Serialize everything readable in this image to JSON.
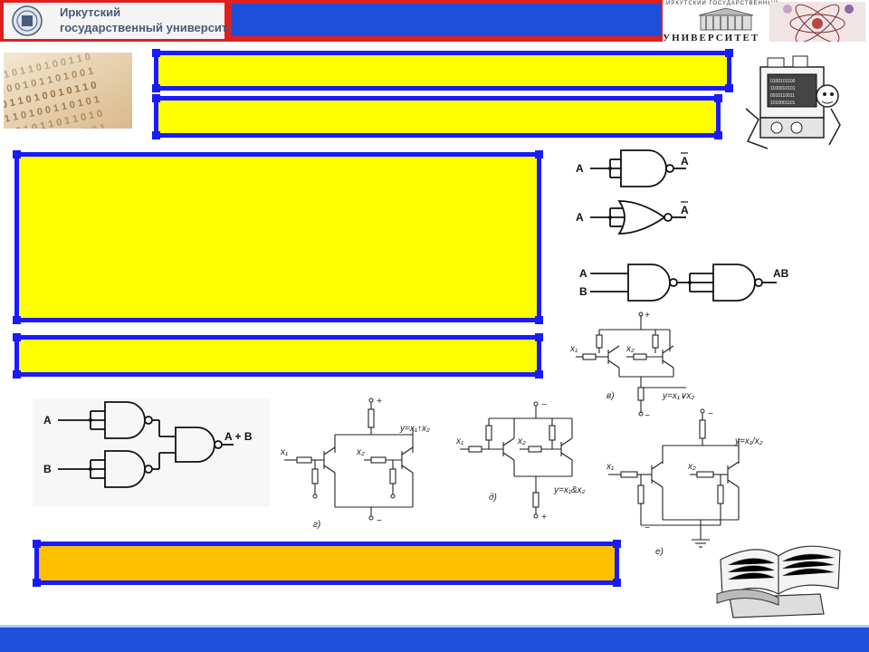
{
  "header": {
    "university_name_line1": "Иркутский",
    "university_name_line2": "государственный университет",
    "right_caption_top": "ИРКУТСКИЙ ГОСУДАРСТВЕННЫЙ",
    "right_caption_main": "УНИВЕРСИТЕТ"
  },
  "gates": {
    "not_in_1": "A",
    "not_out_1": "A",
    "not_in_2": "A",
    "not_out_2": "A",
    "and_in_a": "A",
    "and_in_b": "B",
    "and_out": "AB",
    "or_in_a": "A",
    "or_in_b": "B",
    "or_out": "A + B"
  },
  "circuits": {
    "v_label": "в)",
    "v_output": "y=x₁∨x₂",
    "g_label": "г)",
    "g_output": "y=x₁↑x₂",
    "d_label": "д)",
    "d_output": "y=x₁&x₂",
    "e_label": "е)",
    "e_output": "y=x₁/x₂",
    "x1": "x₁",
    "x2": "x₂",
    "plus": "+",
    "minus": "−"
  },
  "colors": {
    "header_red": "#e11e1e",
    "title_blue": "#1e4fd8",
    "box_yellow": "#ffff00",
    "box_orange": "#ffc000",
    "border_blue": "#1a1aff"
  }
}
